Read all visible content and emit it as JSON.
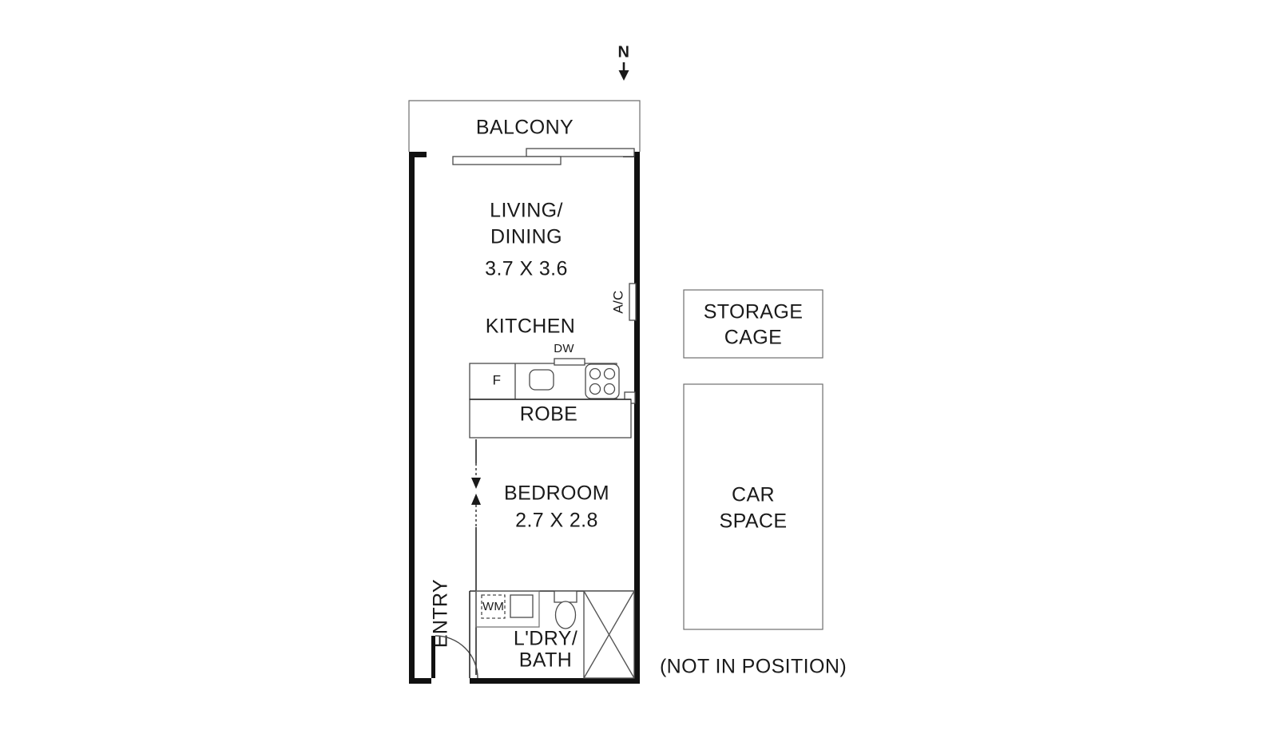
{
  "document": {
    "type": "residential-floor-plan",
    "title": "Studio Apartment Floor Plan"
  },
  "compass": {
    "label": "N",
    "direction": "down",
    "icon": "north-arrow-icon"
  },
  "rooms": [
    {
      "id": "balcony",
      "name": "BALCONY",
      "dimensions": ""
    },
    {
      "id": "living",
      "name": "LIVING/",
      "name2": "DINING",
      "dimensions": "3.7 X 3.6"
    },
    {
      "id": "kitchen",
      "name": "KITCHEN",
      "dimensions": ""
    },
    {
      "id": "bedroom",
      "name": "BEDROOM",
      "dimensions": "2.7 X 2.8"
    },
    {
      "id": "laundry_bath",
      "name": "L'DRY/",
      "name2": "BATH",
      "dimensions": ""
    },
    {
      "id": "entry",
      "name": "ENTRY",
      "dimensions": ""
    }
  ],
  "labels": {
    "balcony": "BALCONY",
    "living_line1": "LIVING/",
    "living_line2": "DINING",
    "living_dims": "3.7 X 3.6",
    "kitchen": "KITCHEN",
    "robe": "ROBE",
    "bedroom": "BEDROOM",
    "bedroom_dims": "2.7 X 2.8",
    "ldry_line1": "L'DRY/",
    "ldry_line2": "BATH",
    "entry": "ENTRY",
    "ac": "A/C",
    "dw": "DW",
    "fridge": "F",
    "washing_machine": "WM",
    "storage_line1": "STORAGE",
    "storage_line2": "CAGE",
    "car_line1": "CAR",
    "car_line2": "SPACE",
    "not_in_position": "(NOT IN POSITION)"
  },
  "fixtures": [
    {
      "id": "fridge",
      "label": "F",
      "room": "kitchen"
    },
    {
      "id": "sink",
      "label": "",
      "room": "kitchen"
    },
    {
      "id": "dishwasher",
      "label": "DW",
      "room": "kitchen"
    },
    {
      "id": "cooktop",
      "label": "",
      "room": "kitchen",
      "burners": 4
    },
    {
      "id": "robe",
      "label": "ROBE",
      "room": "bedroom"
    },
    {
      "id": "washing-machine",
      "label": "WM",
      "room": "laundry_bath"
    },
    {
      "id": "vanity",
      "label": "",
      "room": "laundry_bath"
    },
    {
      "id": "toilet",
      "label": "",
      "room": "laundry_bath"
    },
    {
      "id": "shower",
      "label": "",
      "room": "laundry_bath"
    },
    {
      "id": "air-conditioner",
      "label": "A/C",
      "room": "living"
    },
    {
      "id": "sliding-door",
      "label": "",
      "room": "balcony"
    },
    {
      "id": "entry-door",
      "label": "",
      "room": "entry"
    }
  ],
  "external_areas": [
    {
      "id": "storage-cage",
      "line1": "STORAGE",
      "line2": "CAGE"
    },
    {
      "id": "car-space",
      "line1": "CAR",
      "line2": "SPACE"
    }
  ],
  "notes": {
    "not_in_position": "(NOT IN POSITION)"
  },
  "colors": {
    "wall": "#111111",
    "thin_line": "#6f6f6f",
    "fixture_line": "#4a4a4a",
    "text": "#1a1a1a",
    "background": "#ffffff"
  }
}
